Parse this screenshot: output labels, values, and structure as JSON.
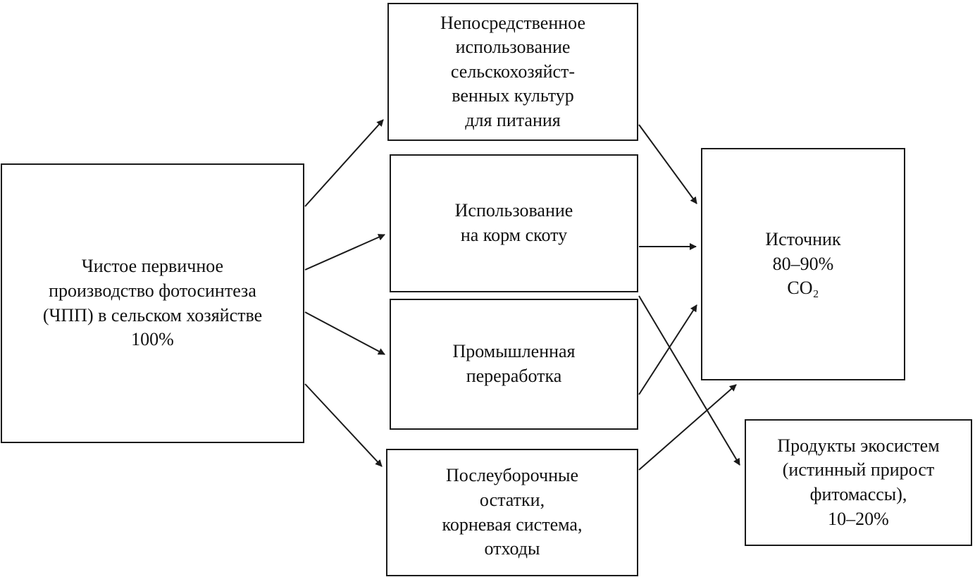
{
  "diagram": {
    "title": "Net primary production flow in agriculture",
    "colors": {
      "line": "#1a1a1a",
      "background": "#ffffff",
      "text": "#111111"
    },
    "boxes": {
      "npp": {
        "lines": [
          "Чистое первичное",
          "производство фотосинтеза",
          "(ЧПП) в сельском хозяйстве",
          "100%"
        ]
      },
      "direct_use": {
        "lines": [
          "Непосредственное",
          "использование",
          "сельскохозяйст-",
          "венных культур",
          "для питания"
        ]
      },
      "feed": {
        "lines": [
          "Использование",
          "на корм скоту"
        ]
      },
      "industrial": {
        "lines": [
          "Промышленная",
          "переработка"
        ]
      },
      "residues": {
        "lines": [
          "Послеуборочные",
          "остатки,",
          "корневая система,",
          "отходы"
        ]
      },
      "co2_source": {
        "lines": [
          "Источник",
          "80–90%",
          "CO₂"
        ]
      },
      "ecosystem_products": {
        "lines": [
          "Продукты экосистем",
          "(истинный прирост",
          "фитомассы),",
          "10–20%"
        ]
      }
    }
  }
}
